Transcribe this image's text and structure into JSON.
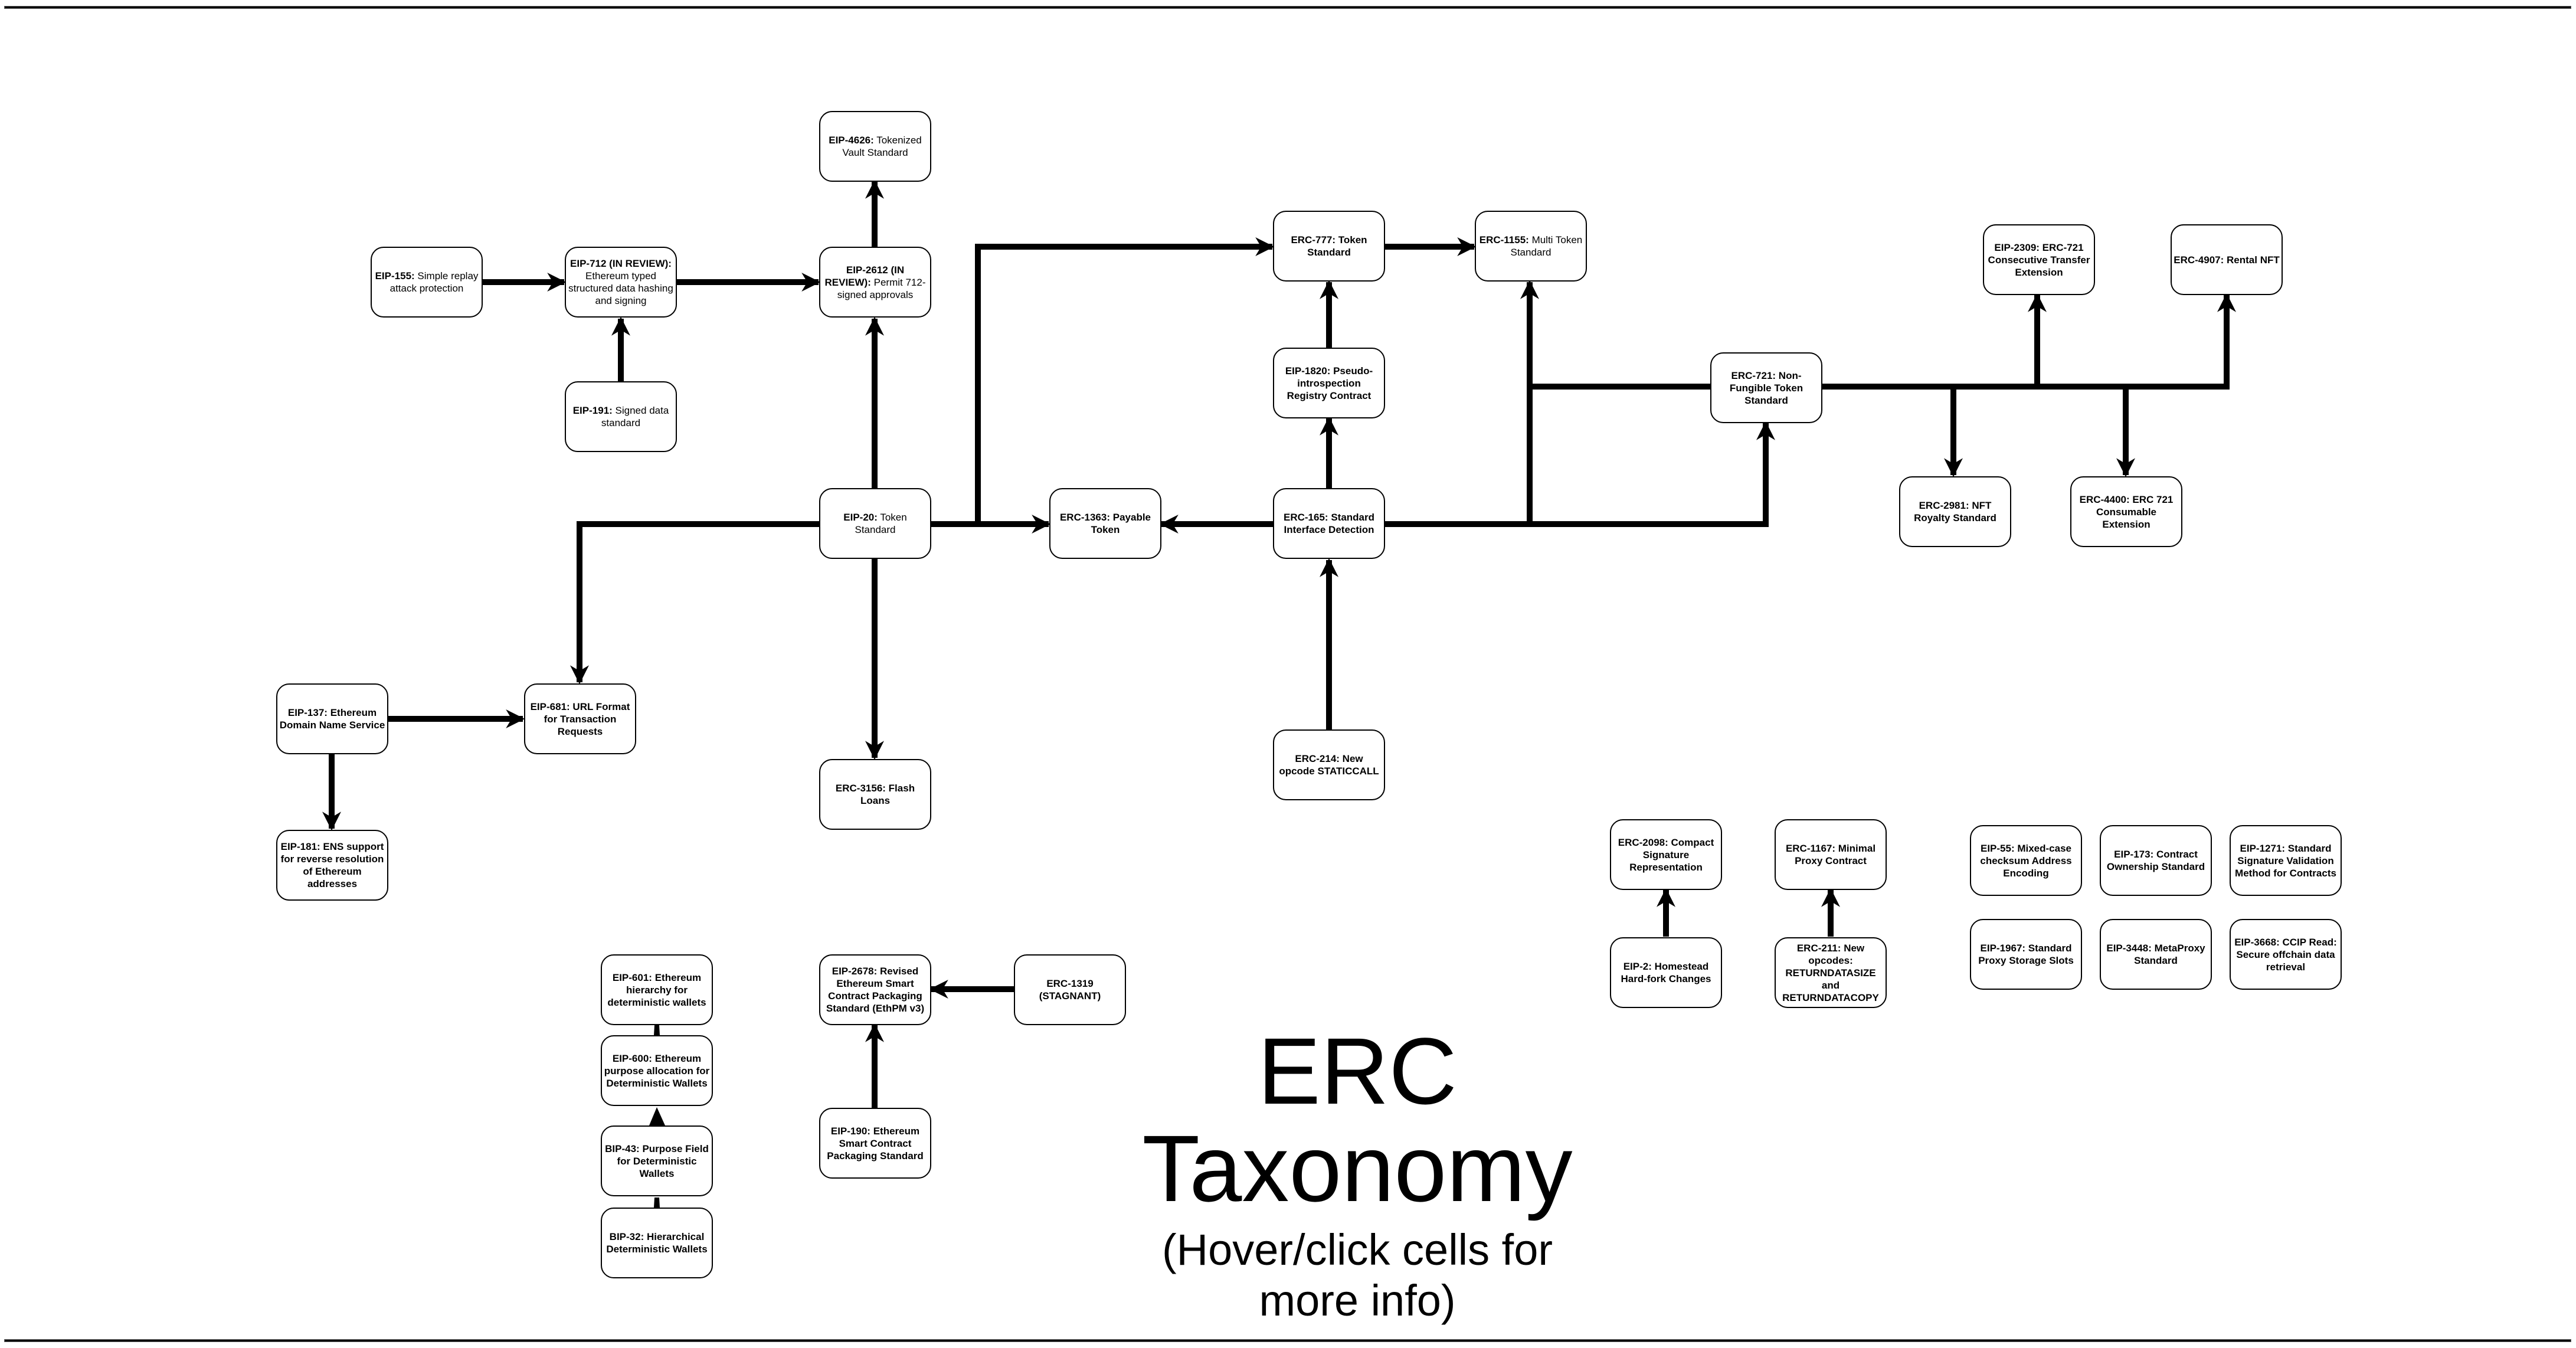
{
  "title": {
    "line1": "ERC",
    "line2": "Taxonomy",
    "subtitle_line1": "(Hover/click cells for",
    "subtitle_line2": "more info)"
  },
  "nodes": {
    "eip4626": {
      "id": "EIP-4626:",
      "desc": " Tokenized Vault Standard"
    },
    "eip155": {
      "id": "EIP-155:",
      "desc": " Simple replay attack protection"
    },
    "eip712": {
      "id": "EIP-712 (IN REVIEW):",
      "desc": " Ethereum typed structured data hashing and signing"
    },
    "eip2612": {
      "id": "EIP-2612 (IN REVIEW):",
      "desc": " Permit 712-signed approvals"
    },
    "eip191": {
      "id": "EIP-191:",
      "desc": " Signed data standard"
    },
    "erc777": {
      "id": "ERC-777:",
      "desc": " Token Standard"
    },
    "erc1155": {
      "id": "ERC-1155:",
      "desc": " Multi Token Standard"
    },
    "eip1820": {
      "id": "EIP-1820:",
      "desc": " Pseudo-introspection Registry Contract"
    },
    "eip2309": {
      "id": "EIP-2309:",
      "desc": " ERC-721 Consecutive Transfer Extension"
    },
    "erc4907": {
      "id": "ERC-4907:",
      "desc": " Rental NFT"
    },
    "erc721": {
      "id": "ERC-721:",
      "desc": " Non-Fungible Token Standard"
    },
    "erc2981": {
      "id": "ERC-2981:",
      "desc": " NFT Royalty Standard"
    },
    "erc4400": {
      "id": "ERC-4400:",
      "desc": " ERC 721 Consumable Extension"
    },
    "eip20": {
      "id": "EIP-20:",
      "desc": " Token Standard"
    },
    "erc1363": {
      "id": "ERC-1363:",
      "desc": " Payable Token"
    },
    "erc165": {
      "id": "ERC-165:",
      "desc": " Standard Interface Detection"
    },
    "eip137": {
      "id": "EIP-137:",
      "desc": " Ethereum Domain Name Service"
    },
    "eip681": {
      "id": "EIP-681:",
      "desc": " URL Format for Transaction Requests"
    },
    "erc3156": {
      "id": "ERC-3156:",
      "desc": " Flash Loans"
    },
    "erc214": {
      "id": "ERC-214:",
      "desc": " New opcode STATICCALL"
    },
    "eip181": {
      "id": "EIP-181:",
      "desc": " ENS support for reverse resolution of Ethereum addresses"
    },
    "erc2098": {
      "id": "ERC-2098:",
      "desc": " Compact Signature Representation"
    },
    "erc1167": {
      "id": "ERC-1167:",
      "desc": " Minimal Proxy Contract"
    },
    "eip2": {
      "id": "EIP-2:",
      "desc": " Homestead Hard-fork Changes"
    },
    "erc211": {
      "id": "ERC-211:",
      "desc": " New opcodes: RETURNDATASIZE and RETURNDATACOPY"
    },
    "eip55": {
      "id": "EIP-55:",
      "desc": " Mixed-case checksum Address Encoding"
    },
    "eip173": {
      "id": "EIP-173:",
      "desc": " Contract Ownership Standard"
    },
    "eip1271": {
      "id": "EIP-1271:",
      "desc": " Standard Signature Validation Method for Contracts"
    },
    "eip1967": {
      "id": "EIP-1967:",
      "desc": " Standard Proxy Storage Slots"
    },
    "eip3448": {
      "id": "EIP-3448:",
      "desc": " MetaProxy Standard"
    },
    "eip3668": {
      "id": "EIP-3668:",
      "desc": " CCIP Read: Secure offchain data retrieval"
    },
    "eip601": {
      "id": "EIP-601:",
      "desc": " Ethereum hierarchy for deterministic wallets"
    },
    "eip600": {
      "id": "EIP-600:",
      "desc": " Ethereum purpose allocation for Deterministic Wallets"
    },
    "bip43": {
      "id": "BIP-43:",
      "desc": " Purpose Field for Deterministic Wallets"
    },
    "bip32": {
      "id": "BIP-32:",
      "desc": " Hierarchical Deterministic Wallets"
    },
    "eip2678": {
      "id": "EIP-2678:",
      "desc": " Revised Ethereum Smart Contract Packaging Standard (EthPM v3)"
    },
    "erc1319": {
      "id": "ERC-1319",
      "desc": " (STAGNANT)"
    },
    "eip190": {
      "id": "EIP-190:",
      "desc": " Ethereum Smart Contract Packaging Standard"
    }
  },
  "edges": [
    [
      "EIP-155",
      "EIP-712"
    ],
    [
      "EIP-191",
      "EIP-712"
    ],
    [
      "EIP-712",
      "EIP-2612"
    ],
    [
      "EIP-20",
      "EIP-2612"
    ],
    [
      "EIP-2612",
      "EIP-4626"
    ],
    [
      "EIP-20",
      "ERC-777"
    ],
    [
      "EIP-20",
      "ERC-1363"
    ],
    [
      "EIP-20",
      "EIP-681"
    ],
    [
      "EIP-20",
      "ERC-3156"
    ],
    [
      "ERC-777",
      "ERC-1155"
    ],
    [
      "EIP-1820",
      "ERC-777"
    ],
    [
      "ERC-165",
      "EIP-1820"
    ],
    [
      "ERC-165",
      "ERC-1363"
    ],
    [
      "ERC-214",
      "ERC-165"
    ],
    [
      "ERC-165",
      "ERC-1155"
    ],
    [
      "ERC-165",
      "ERC-721"
    ],
    [
      "ERC-721",
      "ERC-1155"
    ],
    [
      "ERC-721",
      "EIP-2309"
    ],
    [
      "ERC-721",
      "ERC-4907"
    ],
    [
      "ERC-721",
      "ERC-2981"
    ],
    [
      "ERC-721",
      "ERC-4400"
    ],
    [
      "EIP-137",
      "EIP-681"
    ],
    [
      "EIP-137",
      "EIP-181"
    ],
    [
      "EIP-2",
      "ERC-2098"
    ],
    [
      "ERC-211",
      "ERC-1167"
    ],
    [
      "BIP-32",
      "BIP-43"
    ],
    [
      "BIP-43",
      "EIP-600"
    ],
    [
      "EIP-600",
      "EIP-601"
    ],
    [
      "EIP-190",
      "EIP-2678"
    ],
    [
      "ERC-1319",
      "EIP-2678"
    ]
  ],
  "colors": {
    "line": "#000000",
    "node_border": "#000000",
    "background": "#ffffff"
  }
}
